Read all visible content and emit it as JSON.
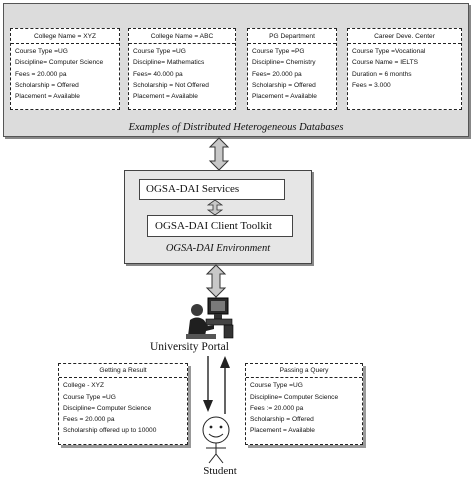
{
  "databases": {
    "title": "Examples of Distributed Heterogeneous Databases",
    "boxes": [
      {
        "header": "College Name = XYZ",
        "rows": [
          "Course Type =UG",
          "Discipline= Computer Science",
          "Fees = 20.000 pa",
          "Scholarship = Offered",
          "Placement = Available"
        ]
      },
      {
        "header": "College Name = ABC",
        "rows": [
          "Course Type =UG",
          "Discipline= Mathematics",
          "Fees= 40.000 pa",
          "Scholarship = Not Offered",
          "Placement = Available"
        ]
      },
      {
        "header": "PG Department",
        "rows": [
          "Course Type =PG",
          "Discipline= Chemistry",
          "Fees= 20.000 pa",
          "Scholarship = Offered",
          "Placement = Available"
        ]
      },
      {
        "header": "Career Deve. Center",
        "rows": [
          "Course Type =Vocational",
          "Course Name = IELTS",
          "Duration = 6 months",
          "Fees = 3.000"
        ]
      }
    ]
  },
  "ogsa": {
    "services_label": "OGSA-DAI Services",
    "toolkit_label": "OGSA-DAI Client Toolkit",
    "environment_label": "OGSA-DAI Environment"
  },
  "portal": {
    "label": "University Portal",
    "icon": "user-at-computer-icon"
  },
  "result": {
    "header": "Getting a Result",
    "rows": [
      "College - XYZ",
      "Course Type =UG",
      "Discipline= Computer Science",
      "Fees = 20.000 pa",
      "Scholarship offered up to 10000"
    ]
  },
  "query": {
    "header": "Passing a Query",
    "rows": [
      "Course Type =UG",
      "Discipline= Computer Science",
      "Fees := 20.000 pa",
      "Scholarship = Offered",
      "Placement = Available"
    ]
  },
  "student": {
    "label": "Student",
    "icon": "smiley-person-icon"
  }
}
